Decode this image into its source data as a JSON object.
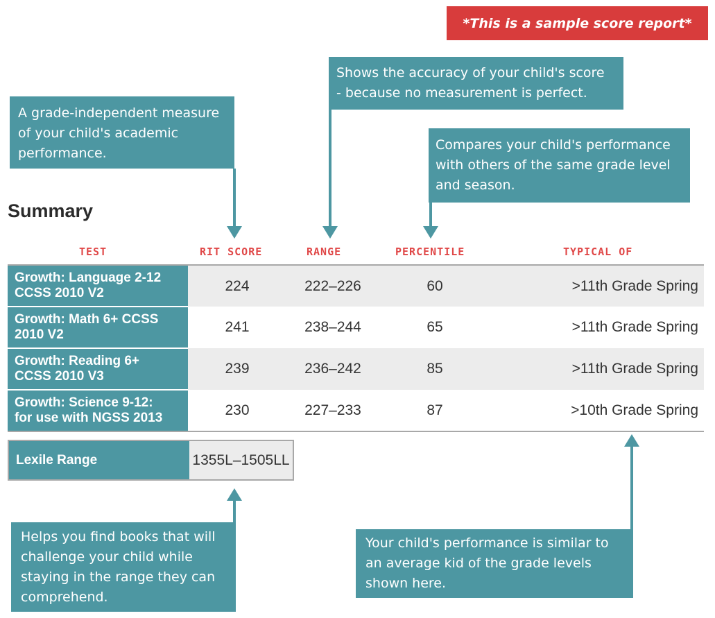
{
  "banner": "*This is a sample score report*",
  "callouts": {
    "rit": [
      "A grade-independent measure",
      "of your child's academic",
      "performance."
    ],
    "range": [
      "Shows the accuracy of your child's score",
      "- because no measurement is perfect."
    ],
    "percentile": [
      "Compares your child's performance",
      "with others of the same grade level",
      "and season."
    ],
    "lexile": [
      "Helps you find books that will",
      "challenge your child while",
      "staying in the range they can",
      "comprehend."
    ],
    "typical": [
      "Your child's performance is similar to",
      "an average kid of the grade levels",
      "shown here."
    ]
  },
  "summary": {
    "title": "Summary",
    "headers": {
      "test": "TEST",
      "rit": "RIT SCORE",
      "range": "RANGE",
      "percentile": "PERCENTILE",
      "typical": "TYPICAL OF"
    },
    "rows": [
      {
        "test": [
          "Growth: Language 2-12",
          "CCSS 2010 V2"
        ],
        "rit": "224",
        "range": "222–226",
        "percentile": "60",
        "typical": ">11th Grade Spring"
      },
      {
        "test": [
          "Growth: Math 6+ CCSS",
          "2010 V2"
        ],
        "rit": "241",
        "range": "238–244",
        "percentile": "65",
        "typical": ">11th Grade Spring"
      },
      {
        "test": [
          "Growth: Reading 6+",
          "CCSS 2010 V3"
        ],
        "rit": "239",
        "range": "236–242",
        "percentile": "85",
        "typical": ">11th Grade Spring"
      },
      {
        "test": [
          "Growth: Science 9-12:",
          "for use with NGSS 2013"
        ],
        "rit": "230",
        "range": "227–233",
        "percentile": "87",
        "typical": ">10th Grade Spring"
      }
    ]
  },
  "lexile": {
    "label": "Lexile Range",
    "value": "1355L–1505LL"
  },
  "colors": {
    "teal": "#4d97a2",
    "red": "#d83c3c",
    "header_red": "#e04848"
  }
}
